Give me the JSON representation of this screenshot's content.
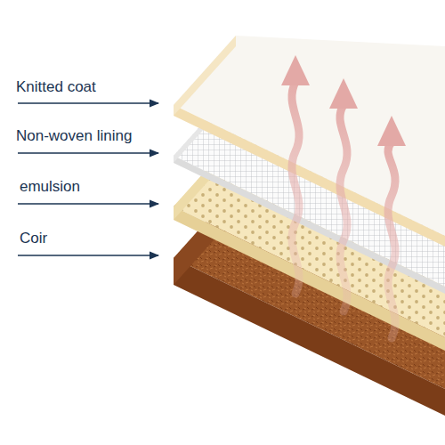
{
  "diagram": {
    "labels": [
      "Knitted coat",
      "Non-woven lining",
      "emulsion",
      "Coir"
    ]
  }
}
